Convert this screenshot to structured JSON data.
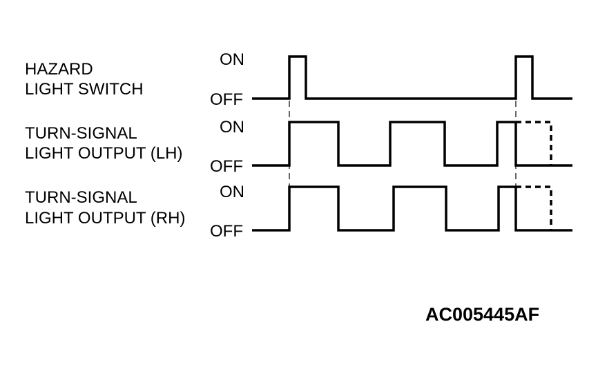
{
  "signals": [
    {
      "label_lines": [
        "HAZARD",
        "LIGHT SWITCH"
      ],
      "on_label": "ON",
      "off_label": "OFF"
    },
    {
      "label_lines": [
        "TURN-SIGNAL",
        "LIGHT OUTPUT (LH)"
      ],
      "on_label": "ON",
      "off_label": "OFF"
    },
    {
      "label_lines": [
        "TURN-SIGNAL",
        "LIGHT OUTPUT (RH)"
      ],
      "on_label": "ON",
      "off_label": "OFF"
    }
  ],
  "figure_code": "AC005445AF"
}
